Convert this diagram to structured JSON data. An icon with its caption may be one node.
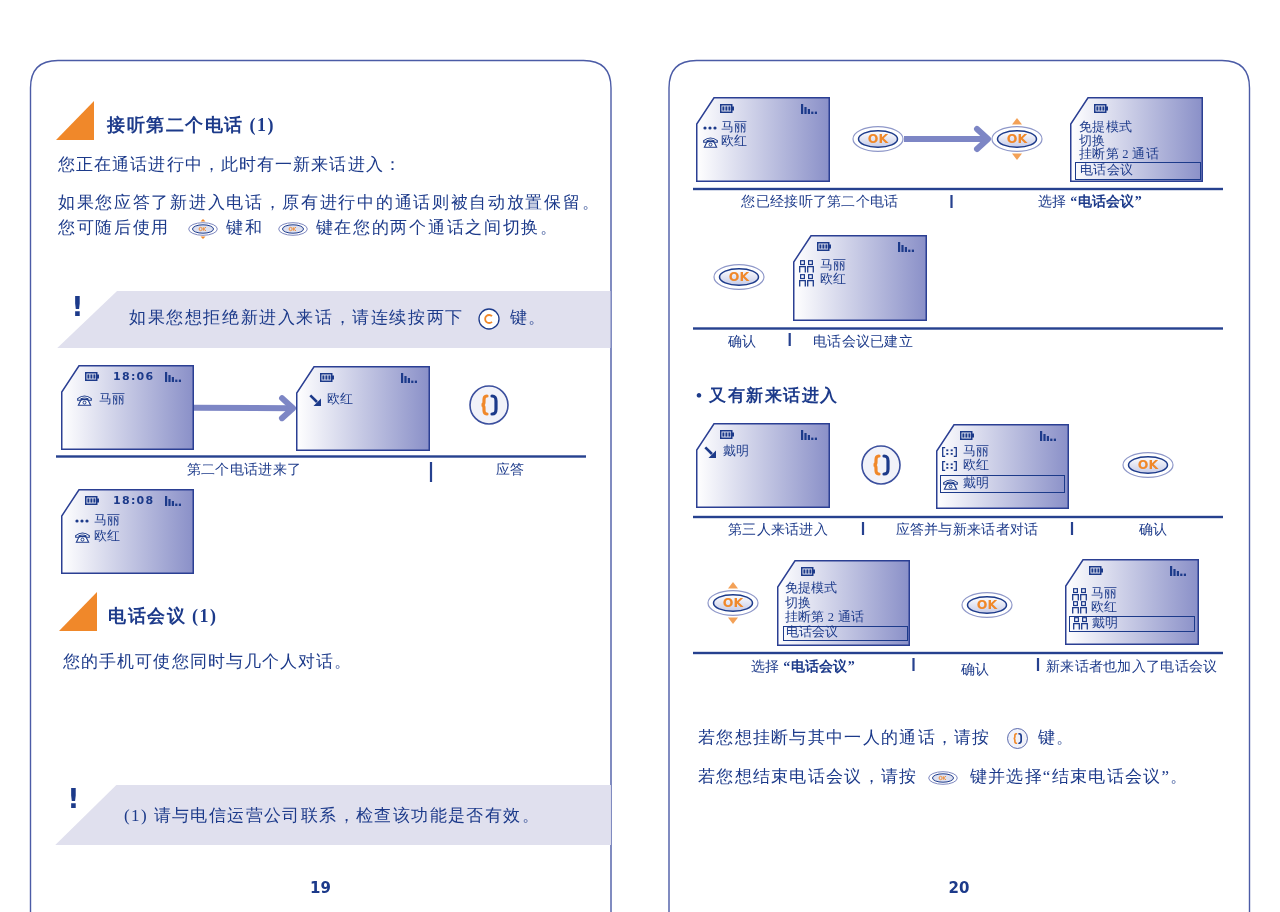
{
  "diagram": {
    "nodes": [
      {
        "text": [
          "!",
          "如果您想拒绝新进入来话，请连续按两下",
          "键。"
        ]
      },
      {
        "text": [
          "18:06",
          "马丽"
        ]
      },
      {
        "text": [
          "欧红"
        ]
      },
      {
        "text": [
          "18:08",
          "马丽",
          "欧红"
        ]
      },
      {
        "text": [
          "!",
          "(1) 请与电信运营公司联系，检查该功能是否有效。"
        ]
      },
      {
        "text": [
          "马丽",
          "欧红"
        ]
      },
      {
        "text": [
          "OK"
        ]
      },
      {
        "text": [
          "OK"
        ]
      },
      {
        "text": [
          "免提模式",
          "切换",
          "挂断第 2 通话"
        ]
      },
      {
        "text": [
          "电话会议"
        ],
        "in": 8
      },
      {
        "text": [
          "OK"
        ]
      },
      {
        "text": [
          "马丽",
          "欧红"
        ]
      },
      {
        "text": [
          "戴明"
        ]
      },
      {
        "text": [
          "马丽",
          "欧红"
        ]
      },
      {
        "text": [
          "戴明"
        ],
        "in": 13
      },
      {
        "text": [
          "OK"
        ]
      },
      {
        "text": [
          "OK"
        ]
      },
      {
        "text": [
          "免提模式",
          "切换",
          "挂断第 2 通话"
        ]
      },
      {
        "text": [
          "电话会议"
        ],
        "in": 17
      },
      {
        "text": [
          "OK"
        ]
      },
      {
        "text": [
          "马丽",
          "欧红"
        ]
      },
      {
        "text": [
          "戴明"
        ],
        "in": 20
      }
    ],
    "edges": [
      {
        "from": 1,
        "to": 2,
        "arrow": "to"
      },
      {
        "from": 6,
        "to": 7,
        "arrow": "to"
      }
    ],
    "labels": [
      "接听第二个电话 (1)",
      "您正在通话进行中，此时有一新来话进入：",
      "如果您应答了新进入电话，原有进行中的通话则被自动放置保留。",
      "您可随后使用",
      "键和",
      "键在您的两个通话之间切换。",
      "第二个电话进来了",
      "应答",
      "电话会议 (1)",
      "您的手机可使您同时与几个人对话。",
      "19",
      "您已经接听了第二个电话",
      "选择 **“电话会议”**",
      "确认",
      "电话会议已建立",
      "• 又有新来话进入",
      "第三人来话进入",
      "应答并与新来话者对话",
      "确认",
      "选择 **“电话会议”**",
      "确认",
      "新来话者也加入了电话会议",
      "若您想挂断与其中一人的通话，请按",
      "键。",
      "若您想结束电话会议，请按",
      "键并选择“结束电话会议”。",
      "20"
    ]
  }
}
